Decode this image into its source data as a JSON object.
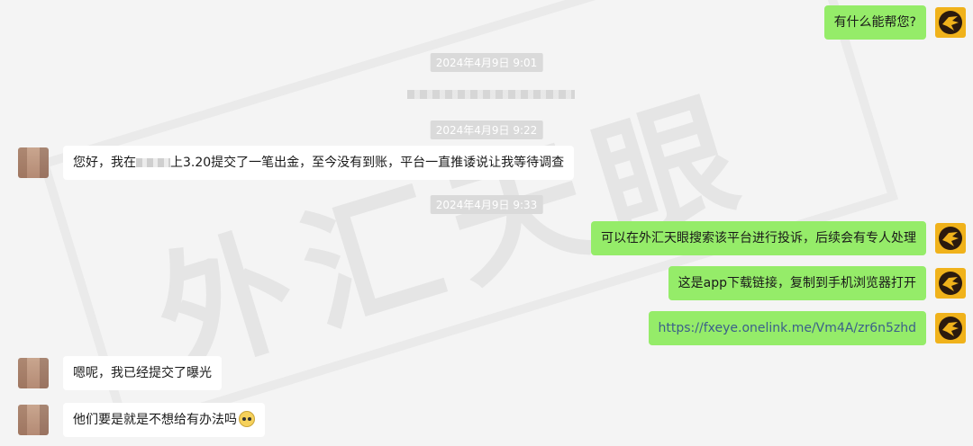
{
  "watermark": "外汇天眼",
  "messages": [
    {
      "side": "right",
      "text": "有什么能帮您?"
    },
    {
      "type": "timestamp",
      "text": "2024年4月9日 9:01"
    },
    {
      "type": "timestamp",
      "text": "2024年4月9日 9:22"
    },
    {
      "side": "left",
      "text_a": "您好，我在",
      "text_b": "上3.20提交了一笔出金，至今没有到账，平台一直推诿说让我等待调查"
    },
    {
      "type": "timestamp",
      "text": "2024年4月9日 9:33"
    },
    {
      "side": "right",
      "text": "可以在外汇天眼搜索该平台进行投诉，后续会有专人处理"
    },
    {
      "side": "right",
      "text": "这是app下载链接，复制到手机浏览器打开"
    },
    {
      "side": "right",
      "text": "https://fxeye.onelink.me/Vm4A/zr6n5zhd"
    },
    {
      "side": "left",
      "text": "嗯呢，我已经提交了曝光"
    },
    {
      "side": "left",
      "text": "他们要是就是不想给有办法吗"
    }
  ],
  "icons": {
    "bot_avatar": "eagle-logo-icon",
    "emoji": "worried-face-emoji-icon"
  },
  "colors": {
    "bubble_green": "#95ec69",
    "bubble_white": "#ffffff",
    "background": "#f4f4f4",
    "bot_avatar": "#f0b21b"
  }
}
